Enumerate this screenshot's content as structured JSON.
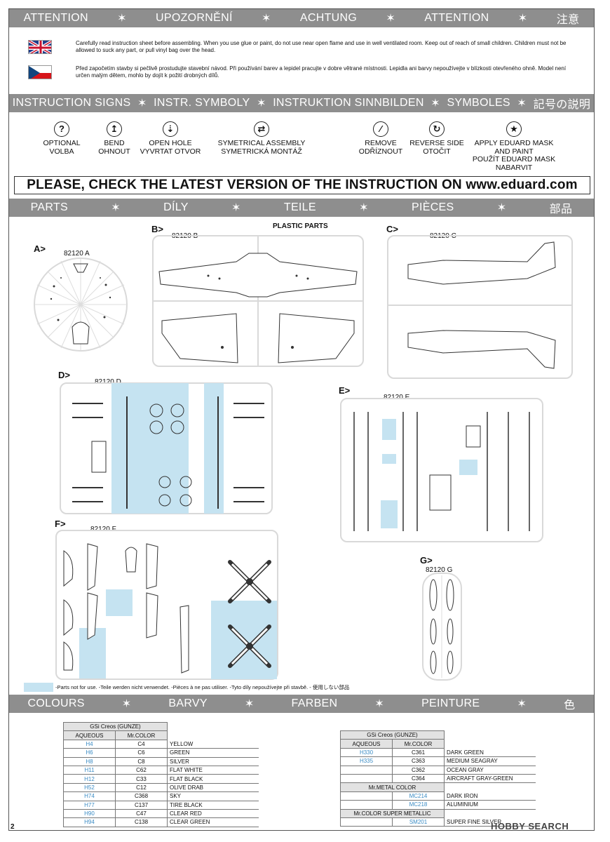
{
  "header": {
    "attention": [
      "ATTENTION",
      "UPOZORNĚNÍ",
      "ACHTUNG",
      "ATTENTION",
      "注意"
    ],
    "separator": "✶"
  },
  "warnings": {
    "english": "Carefully read instruction sheet before assembling. When you use glue or paint, do not use near open flame and use in well ventilated room. Keep out of reach of small children. Children must not be allowed to suck any part, or pull vinyl bag over the head.",
    "czech": "Před započetím stavby si pečlivě prostudujte stavební návod. Při používání barev a lepidel pracujte v dobre větrané místnosti. Lepidla ani barvy nepoužívejte v blízkosti otevřeného ohně. Model není určen malým dětem, mohlo by dojít k požití drobných dílů."
  },
  "instruction_signs": {
    "titles": [
      "INSTRUCTION SIGNS",
      "INSTR. SYMBOLY",
      "INSTRUKTION SINNBILDEN",
      "SYMBOLES",
      "記号の説明"
    ],
    "items": [
      {
        "icon": "question-icon",
        "glyph": "?",
        "label": "OPTIONAL\nVOLBA"
      },
      {
        "icon": "bend-icon",
        "glyph": "↥",
        "label": "BEND\nOHNOUT"
      },
      {
        "icon": "drill-icon",
        "glyph": "⇣",
        "label": "OPEN HOLE\nVYVRTAT OTVOR"
      },
      {
        "icon": "symmetrical-icon",
        "glyph": "⇄",
        "label": "SYMETRICAL ASSEMBLY\nSYMETRICKÁ MONTÁŽ"
      },
      {
        "icon": "knife-icon",
        "glyph": "⁄",
        "label": "REMOVE\nODŘÍZNOUT"
      },
      {
        "icon": "reverse-icon",
        "glyph": "↻",
        "label": "REVERSE SIDE\nOTOČIT"
      },
      {
        "icon": "mask-icon",
        "glyph": "★",
        "label": "APPLY EDUARD MASK\nAND PAINT\nPOUŽÍT EDUARD MASK\nNABARVIT"
      }
    ]
  },
  "notice": "PLEASE, CHECK THE LATEST VERSION OF THE INSTRUCTION ON www.eduard.com",
  "parts": {
    "titles": [
      "PARTS",
      "DÍLY",
      "TEILE",
      "PIÈCES",
      "部品"
    ],
    "plastic_label": "PLASTIC PARTS",
    "sprues": [
      {
        "letter": "A>",
        "code": "82120 A"
      },
      {
        "letter": "B>",
        "code": "82120 B"
      },
      {
        "letter": "C>",
        "code": "82120 C"
      },
      {
        "letter": "D>",
        "code": "82120 D"
      },
      {
        "letter": "E>",
        "code": "82120 E"
      },
      {
        "letter": "F>",
        "code": "82120 F"
      },
      {
        "letter": "G>",
        "code": "82120 G"
      }
    ],
    "not_for_use": "-Parts not for use. -Teile werden nicht verwendet. -Pièces à ne pas utiliser. -Tyto díly nepoužívejte při stavbě. - 使用しない部品",
    "highlight_color": "#c5e3f1"
  },
  "colours": {
    "titles": [
      "COLOURS",
      "BARVY",
      "FARBEN",
      "PEINTURE",
      "色"
    ],
    "table1": {
      "brand": "GSi Creos (GUNZE)",
      "col1": "AQUEOUS",
      "col2": "Mr.COLOR",
      "rows": [
        {
          "aq": "H4",
          "mr": "C4",
          "name": "YELLOW"
        },
        {
          "aq": "H6",
          "mr": "C6",
          "name": "GREEN"
        },
        {
          "aq": "H8",
          "mr": "C8",
          "name": "SILVER"
        },
        {
          "aq": "H11",
          "mr": "C62",
          "name": "FLAT WHITE"
        },
        {
          "aq": "H12",
          "mr": "C33",
          "name": "FLAT BLACK"
        },
        {
          "aq": "H52",
          "mr": "C12",
          "name": "OLIVE DRAB"
        },
        {
          "aq": "H74",
          "mr": "C368",
          "name": "SKY"
        },
        {
          "aq": "H77",
          "mr": "C137",
          "name": "TIRE BLACK"
        },
        {
          "aq": "H90",
          "mr": "C47",
          "name": "CLEAR RED"
        },
        {
          "aq": "H94",
          "mr": "C138",
          "name": "CLEAR GREEN"
        }
      ]
    },
    "table2": {
      "brand": "GSi Creos (GUNZE)",
      "col1": "AQUEOUS",
      "col2": "Mr.COLOR",
      "rows": [
        {
          "aq": "H330",
          "mr": "C361",
          "name": "DARK GREEN"
        },
        {
          "aq": "H335",
          "mr": "C363",
          "name": "MEDIUM SEAGRAY"
        },
        {
          "aq": "",
          "mr": "C362",
          "name": "OCEAN GRAY"
        },
        {
          "aq": "",
          "mr": "C364",
          "name": "AIRCRAFT GRAY-GREEN"
        }
      ],
      "metal_title": "Mr.METAL COLOR",
      "metal_rows": [
        {
          "code": "MC214",
          "name": "DARK IRON"
        },
        {
          "code": "MC218",
          "name": "ALUMINIUM"
        }
      ],
      "super_title": "Mr.COLOR SUPER METALLIC",
      "super_rows": [
        {
          "code": "SM201",
          "name": "SUPER FINE SILVER"
        }
      ]
    },
    "code_color": "#3a8bc4"
  },
  "footer": {
    "page_number": "2",
    "watermark": "HOBBY SEARCH"
  }
}
